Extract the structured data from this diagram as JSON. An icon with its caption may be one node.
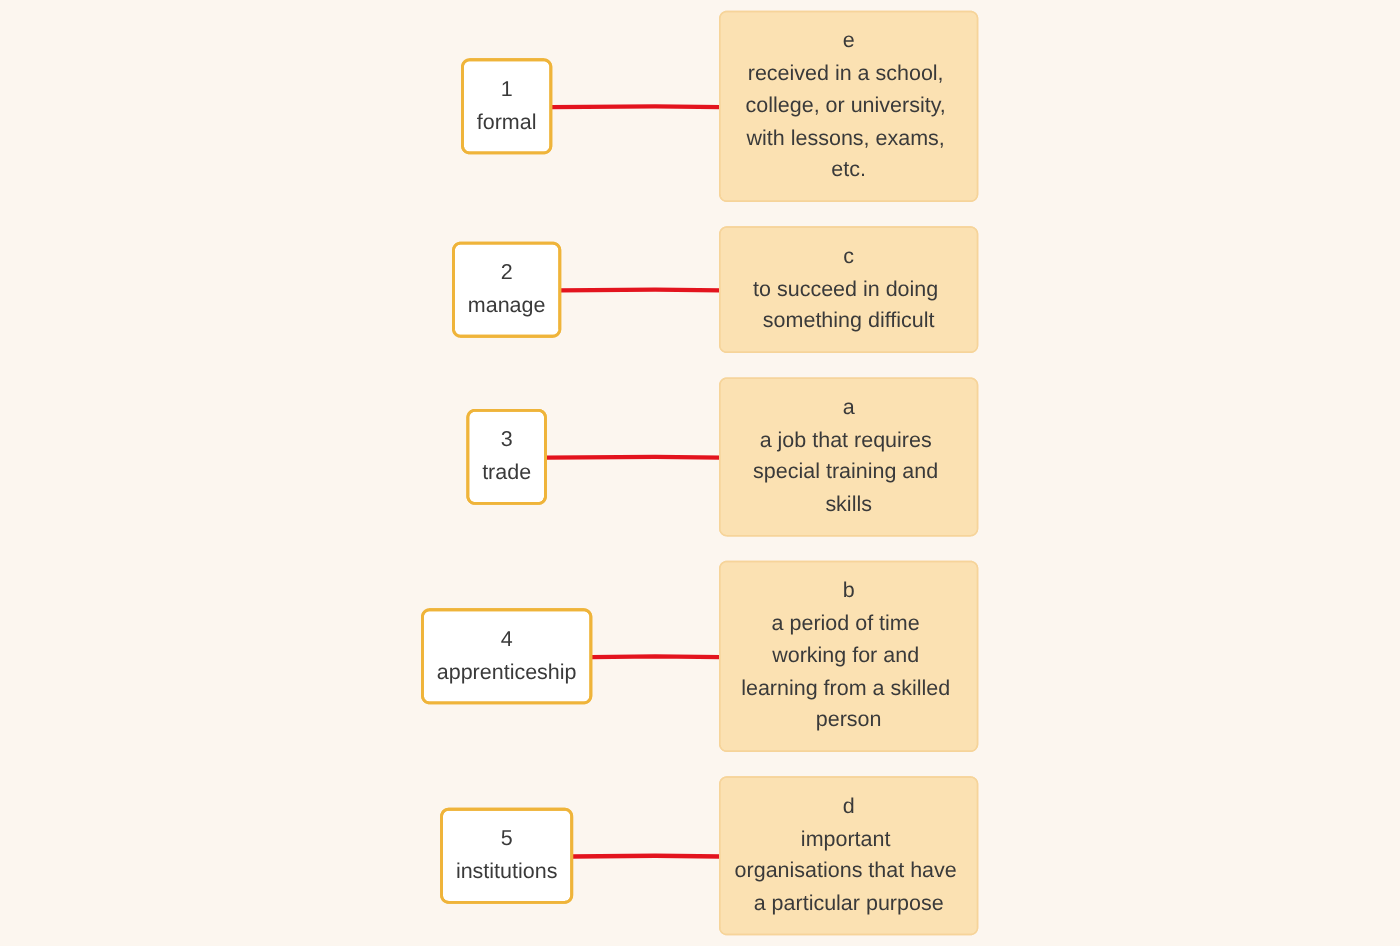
{
  "diagram": {
    "nodes": [
      {
        "text": [
          "1",
          "formal"
        ]
      },
      {
        "text": [
          "2",
          "manage"
        ]
      },
      {
        "text": [
          "3",
          "trade"
        ]
      },
      {
        "text": [
          "4",
          "apprenticeship"
        ]
      },
      {
        "text": [
          "5",
          "institutions"
        ]
      },
      {
        "text": [
          "a",
          "a job that requires special training and skills"
        ]
      },
      {
        "text": [
          "b",
          "a period of time working for and learning from a skilled person"
        ]
      },
      {
        "text": [
          "c",
          "to succeed in doing something difficult"
        ]
      },
      {
        "text": [
          "d",
          "important organisations that have a particular purpose"
        ]
      },
      {
        "text": [
          "e",
          "received in a school, college, or university, with lessons, exams, etc."
        ]
      }
    ],
    "edges": [
      {
        "from": 0,
        "to": 9,
        "arrow": "none"
      },
      {
        "from": 1,
        "to": 7,
        "arrow": "none"
      },
      {
        "from": 2,
        "to": 5,
        "arrow": "none"
      },
      {
        "from": 3,
        "to": 6,
        "arrow": "none"
      },
      {
        "from": 4,
        "to": 8,
        "arrow": "none"
      }
    ]
  }
}
